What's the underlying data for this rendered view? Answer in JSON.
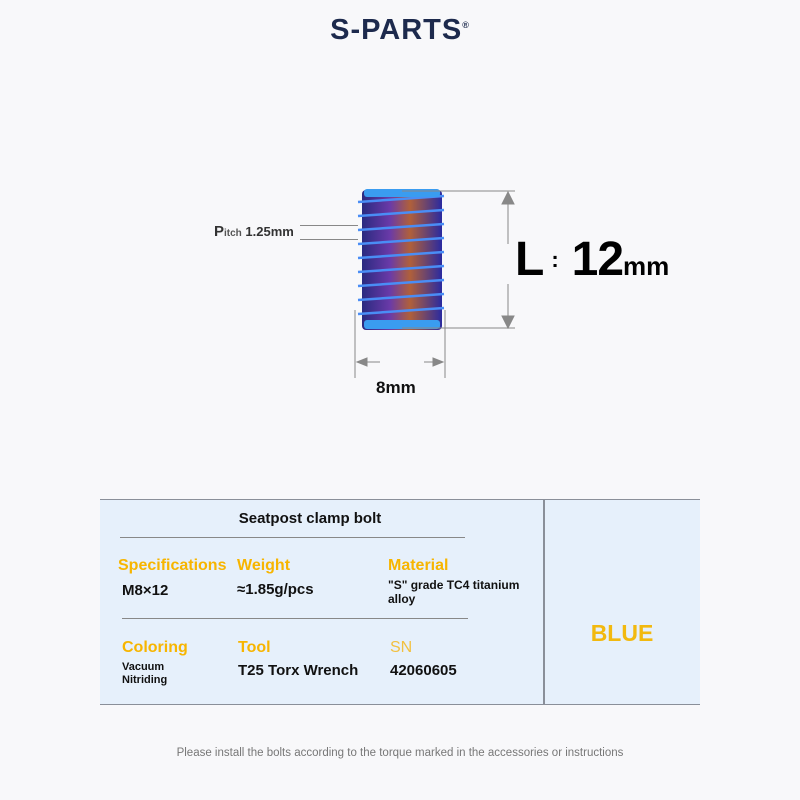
{
  "brand": {
    "name": "S-PARTS",
    "mark": "®"
  },
  "dimensions": {
    "pitch": {
      "p": "P",
      "itch": "itch",
      "value": "1.25mm"
    },
    "length": {
      "letter": "L",
      "colon": ":",
      "value": "12",
      "unit": "mm"
    },
    "diameter": "8mm"
  },
  "table": {
    "title": "Seatpost clamp bolt",
    "specifications": {
      "label": "Specifications",
      "value": "M8×12"
    },
    "weight": {
      "label": "Weight",
      "value": "≈1.85g/pcs"
    },
    "material": {
      "label": "Material",
      "value": "\"S\" grade TC4 titanium alloy"
    },
    "coloring": {
      "label": "Coloring",
      "line1": "Vacuum",
      "line2": "Nitriding"
    },
    "tool": {
      "label": "Tool",
      "value": "T25 Torx Wrench"
    },
    "sn": {
      "label": "SN",
      "value": "42060605"
    },
    "color_name": "BLUE"
  },
  "colors": {
    "label": "#f7b500",
    "panel": "#e6f0fb",
    "bolt": "#3a4fd0"
  },
  "footer": "Please install the bolts according to the torque marked in the accessories or instructions"
}
